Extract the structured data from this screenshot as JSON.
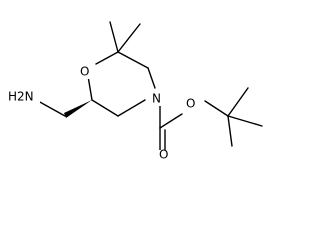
{
  "molecule": {
    "atoms": {
      "amine": "H2N",
      "ring_oxygen": "O",
      "ring_nitrogen": "N",
      "carbonyl_oxygen": "O",
      "ester_oxygen": "O"
    }
  },
  "colors": {
    "bond": "#000000",
    "background": "#ffffff"
  }
}
